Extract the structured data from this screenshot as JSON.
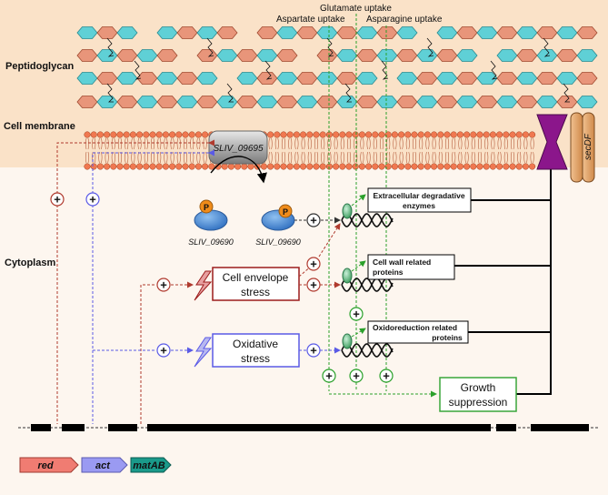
{
  "regions": {
    "peptidoglycan": "Peptidoglycan",
    "cell_membrane": "Cell membrane",
    "cytoplasm": "Cytoplasm"
  },
  "uptake": {
    "glutamate": "Glutamate uptake",
    "aspartate": "Aspartate uptake",
    "asparagine": "Asparagine uptake"
  },
  "proteins": {
    "sensor": "SLIV_09695",
    "regulator": "SLIV_09690",
    "phospho": "P",
    "secretion": "secDF"
  },
  "boxes": {
    "degradative": [
      "Extracellular degradative",
      "enzymes"
    ],
    "cell_wall": [
      "Cell wall related",
      "proteins"
    ],
    "oxidoreduction": [
      "Oxidoreduction related",
      "proteins"
    ],
    "envelope_stress": [
      "Cell envelope",
      "stress"
    ],
    "oxidative_stress": [
      "Oxidative",
      "stress"
    ],
    "growth": [
      "Growth",
      "suppression"
    ]
  },
  "symbols": {
    "plus": "+"
  },
  "genes": [
    "red",
    "act",
    "matAB"
  ],
  "colors": {
    "red_path": "#b03a2e",
    "blue_path": "#5a5ae6",
    "green_path": "#2aa02a",
    "envelope_box": "#9b1c1c",
    "oxidative_box": "#5a5ae6",
    "growth_box": "#3aa63a",
    "gene_red": "#f07c72",
    "gene_act": "#9a9af2",
    "gene_mat": "#1a9a8a",
    "pore": "#8b168b"
  }
}
